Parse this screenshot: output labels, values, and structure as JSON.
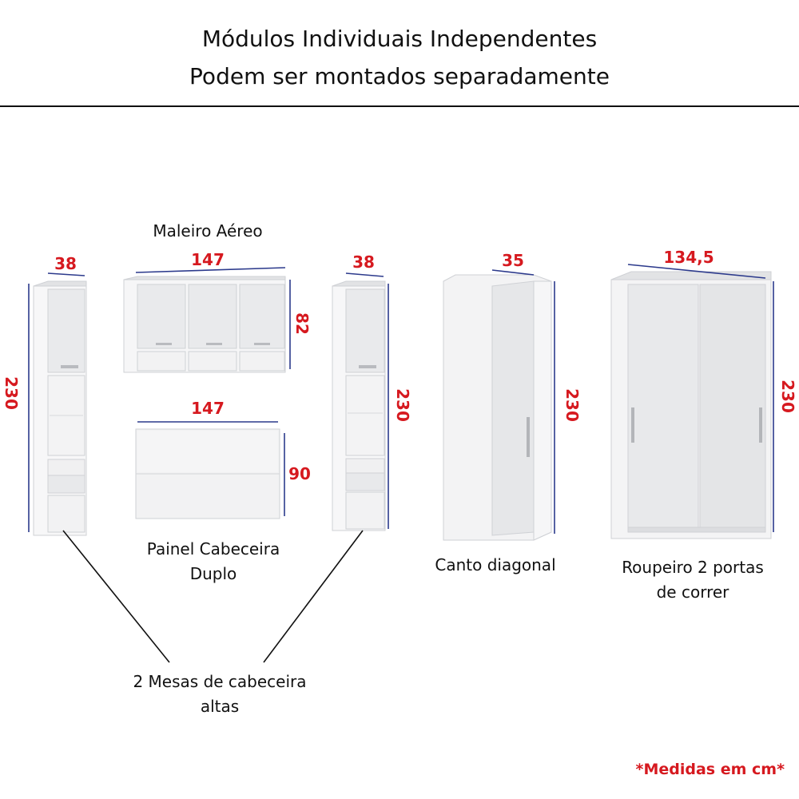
{
  "header": {
    "line1": "Módulos Individuais Independentes",
    "line2": "Podem ser montados separadamente"
  },
  "modules": {
    "maleiro": {
      "label": "Maleiro Aéreo",
      "width": "147",
      "height": "82"
    },
    "painel": {
      "label_line1": "Painel Cabeceira",
      "label_line2": "Duplo",
      "width": "147",
      "height": "90"
    },
    "mesa_left": {
      "width": "38",
      "height": "230"
    },
    "mesa_right": {
      "width": "38",
      "height": "230"
    },
    "mesas": {
      "label_line1": "2 Mesas de cabeceira",
      "label_line2": "altas"
    },
    "canto": {
      "label": "Canto diagonal",
      "width": "35",
      "height": "230"
    },
    "roupeiro": {
      "label_line1": "Roupeiro 2 portas",
      "label_line2": "de correr",
      "width": "134,5",
      "height": "230"
    }
  },
  "footnote": "*Medidas em cm*",
  "colors": {
    "dimension_text": "#d6191f",
    "dimension_line": "#2c3a8c",
    "furniture": "#eaebed"
  }
}
